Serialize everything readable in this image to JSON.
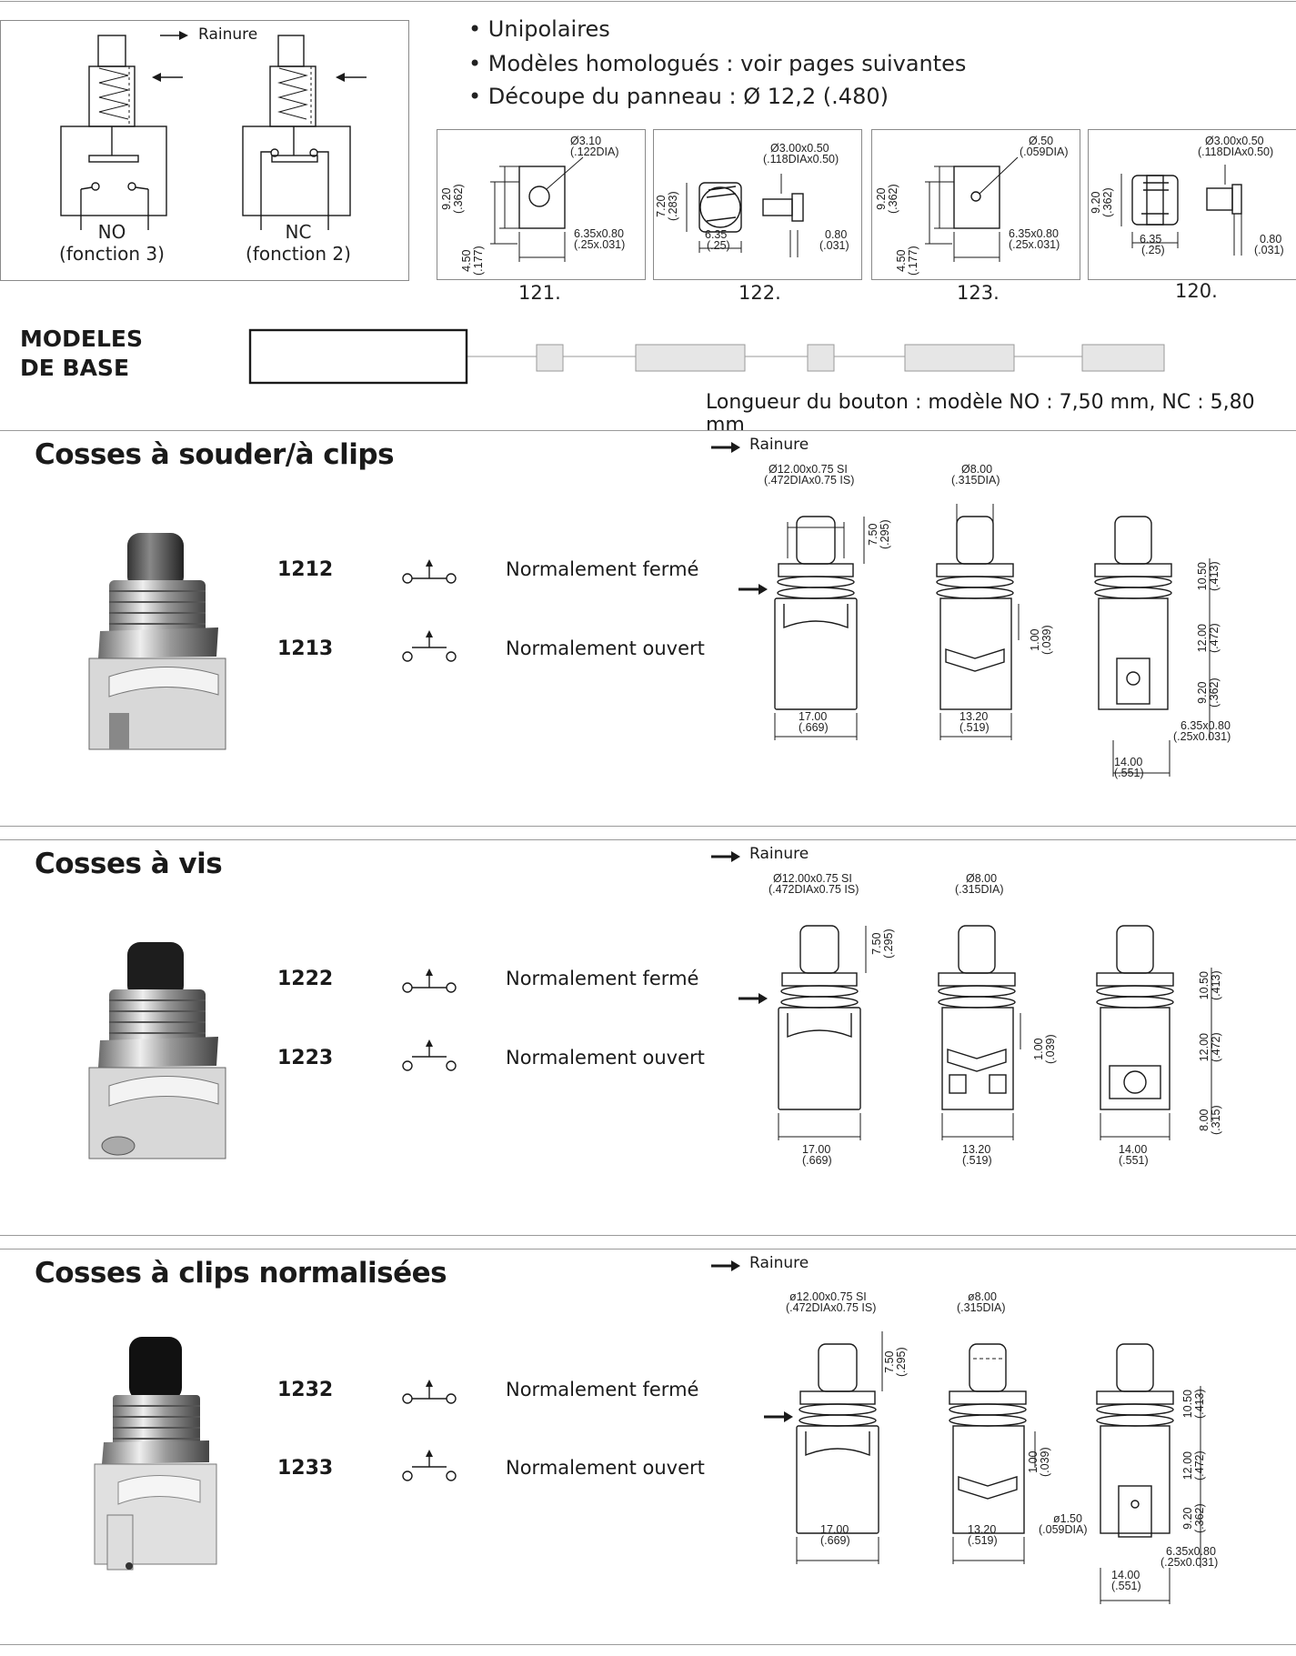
{
  "diagrams": {
    "groove_label": "Rainure",
    "no_label": "NO",
    "no_function": "(fonction 3)",
    "nc_label": "NC",
    "nc_function": "(fonction 2)"
  },
  "bullets": [
    "• Unipolaires",
    "• Modèles homologués : voir pages suivantes",
    "• Découpe du panneau : Ø 12,2 (.480)"
  ],
  "terminals": [
    {
      "code": "121.",
      "dims": [
        "Ø3.10",
        "(.122DIA)",
        "9.20",
        "(.362)",
        "4.50",
        "(.177)",
        "6.35x0.80",
        "(.25x.031)"
      ]
    },
    {
      "code": "122.",
      "dims": [
        "Ø3.00x0.50",
        "(.118DIAx0.50)",
        "7.20",
        "(.283)",
        "6.35",
        "(.25)",
        "0.80",
        "(.031)"
      ]
    },
    {
      "code": "123.",
      "dims": [
        "Ø.50",
        "(.059DIA)",
        "9.20",
        "(.362)",
        "4.50",
        "(.177)",
        "6.35x0.80",
        "(.25x.031)"
      ]
    },
    {
      "code": "120.",
      "dims": [
        "Ø3.00x0.50",
        "(.118DIAx0.50)",
        "9.20",
        "(.362)",
        "6.35",
        "(.25)",
        "0.80",
        "(.031)"
      ]
    }
  ],
  "base_models": {
    "title_line1": "MODELES",
    "title_line2": "DE BASE",
    "button_length": "Longueur du bouton : modèle NO : 7,50 mm, NC : 5,80 mm"
  },
  "sections": [
    {
      "title": "Cosses à souder/à clips",
      "groove": "Rainure",
      "rows": [
        {
          "model": "1212",
          "description": "Normalement fermé"
        },
        {
          "model": "1213",
          "description": "Normalement ouvert"
        }
      ],
      "dims": {
        "thread": "Ø12.00x0.75 SI",
        "thread_in": "(.472DIAx0.75 IS)",
        "cap": "Ø8.00",
        "cap_in": "(.315DIA)",
        "h1": "7.50",
        "h1_in": "(.295)",
        "h2": "1.00",
        "h2_in": "(.039)",
        "r1": "10.50",
        "r1_in": "(.413)",
        "r2": "12.00",
        "r2_in": "(.472)",
        "r3": "9.20",
        "r3_in": "(.362)",
        "r4": "6.35x0.80",
        "r4_in": "(.25x0.031)",
        "w1": "17.00",
        "w1_in": "(.669)",
        "w2": "13.20",
        "w2_in": "(.519)",
        "w3": "14.00",
        "w3_in": "(.551)"
      }
    },
    {
      "title": "Cosses à vis",
      "groove": "Rainure",
      "rows": [
        {
          "model": "1222",
          "description": "Normalement fermé"
        },
        {
          "model": "1223",
          "description": "Normalement ouvert"
        }
      ],
      "dims": {
        "thread": "Ø12.00x0.75 SI",
        "thread_in": "(.472DIAx0.75 IS)",
        "cap": "Ø8.00",
        "cap_in": "(.315DIA)",
        "h1": "7.50",
        "h1_in": "(.295)",
        "h2": "1.00",
        "h2_in": "(.039)",
        "r1": "10.50",
        "r1_in": "(.413)",
        "r2": "12.00",
        "r2_in": "(.472)",
        "r3": "8.00",
        "r3_in": "(.315)",
        "w1": "17.00",
        "w1_in": "(.669)",
        "w2": "13.20",
        "w2_in": "(.519)",
        "w3": "14.00",
        "w3_in": "(.551)"
      }
    },
    {
      "title": "Cosses à clips normalisées",
      "groove": "Rainure",
      "rows": [
        {
          "model": "1232",
          "description": "Normalement fermé"
        },
        {
          "model": "1233",
          "description": "Normalement ouvert"
        }
      ],
      "dims": {
        "thread": "ø12.00x0.75 SI",
        "thread_in": "(.472DIAx0.75 IS)",
        "cap": "ø8.00",
        "cap_in": "(.315DIA)",
        "h1": "7.50",
        "h1_in": "(.295)",
        "h2": "1.00",
        "h2_in": "(.039)",
        "r1": "10.50",
        "r1_in": "(.413)",
        "r2": "12.00",
        "r2_in": "(.472)",
        "r3": "9.20",
        "r3_in": "(.362)",
        "r4": "6.35x0.80",
        "r4_in": "(.25x0.031)",
        "hole": "ø1.50",
        "hole_in": "(.059DIA)",
        "w1": "17.00",
        "w1_in": "(.669)",
        "w2": "13.20",
        "w2_in": "(.519)",
        "w3": "14.00",
        "w3_in": "(.551)"
      }
    }
  ]
}
